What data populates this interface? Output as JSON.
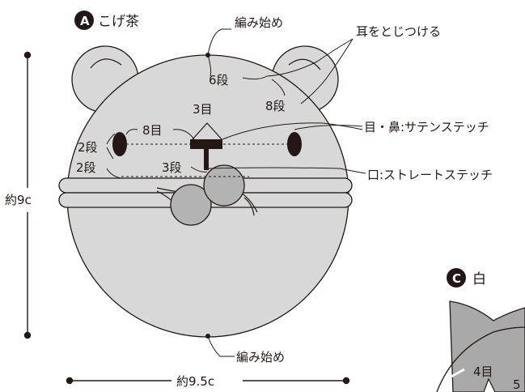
{
  "title_a": {
    "badge": "A",
    "text": "こげ茶"
  },
  "title_c": {
    "badge": "C",
    "text": "白"
  },
  "labels": {
    "start_top": "編み始め",
    "start_bottom": "編み始め",
    "ears_attach": "耳をとじつける",
    "rows_6": "6段",
    "rows_8": "8段",
    "stitches_3_top": "3目",
    "stitches_8": "8目",
    "rows_2_eye": "2段",
    "rows_2_band": "2段",
    "rows_3_nose": "3段",
    "eyes_nose_stitch": "目・鼻:サテンステッチ",
    "mouth_stitch": "口:ストレートステッチ",
    "height": "約9c",
    "width": "約9.5c",
    "c_stitches_4": "4目",
    "c_partial": "5"
  },
  "colors": {
    "body_fill": "#d8d8d8",
    "muzzle_fill": "#b3b3b3",
    "line": "#231815",
    "c_fill": "#a9a9a9"
  }
}
